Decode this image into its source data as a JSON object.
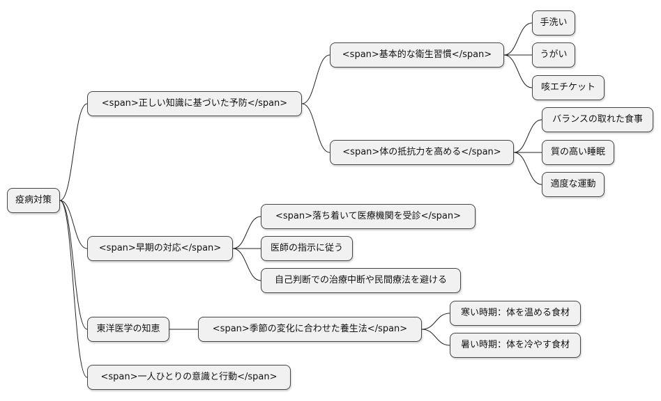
{
  "mindmap": {
    "root": "疫病対策",
    "branches": [
      {
        "label": "<span>正しい知識に基づいた予防</span>",
        "children": [
          {
            "label": "<span>基本的な衛生習慣</span>",
            "children": [
              "手洗い",
              "うがい",
              "咳エチケット"
            ]
          },
          {
            "label": "<span>体の抵抗力を高める</span>",
            "children": [
              "バランスの取れた食事",
              "質の高い睡眠",
              "適度な運動"
            ]
          }
        ]
      },
      {
        "label": "<span>早期の対応</span>",
        "children": [
          "<span>落ち着いて医療機関を受診</span>",
          "医師の指示に従う",
          "自己判断での治療中断や民間療法を避ける"
        ]
      },
      {
        "label": "東洋医学の知恵",
        "children": [
          {
            "label": "<span>季節の変化に合わせた養生法</span>",
            "children": [
              "寒い時期：体を温める食材",
              "暑い時期：体を冷やす食材"
            ]
          }
        ]
      },
      {
        "label": "<span>一人ひとりの意識と行動</span>"
      }
    ]
  }
}
